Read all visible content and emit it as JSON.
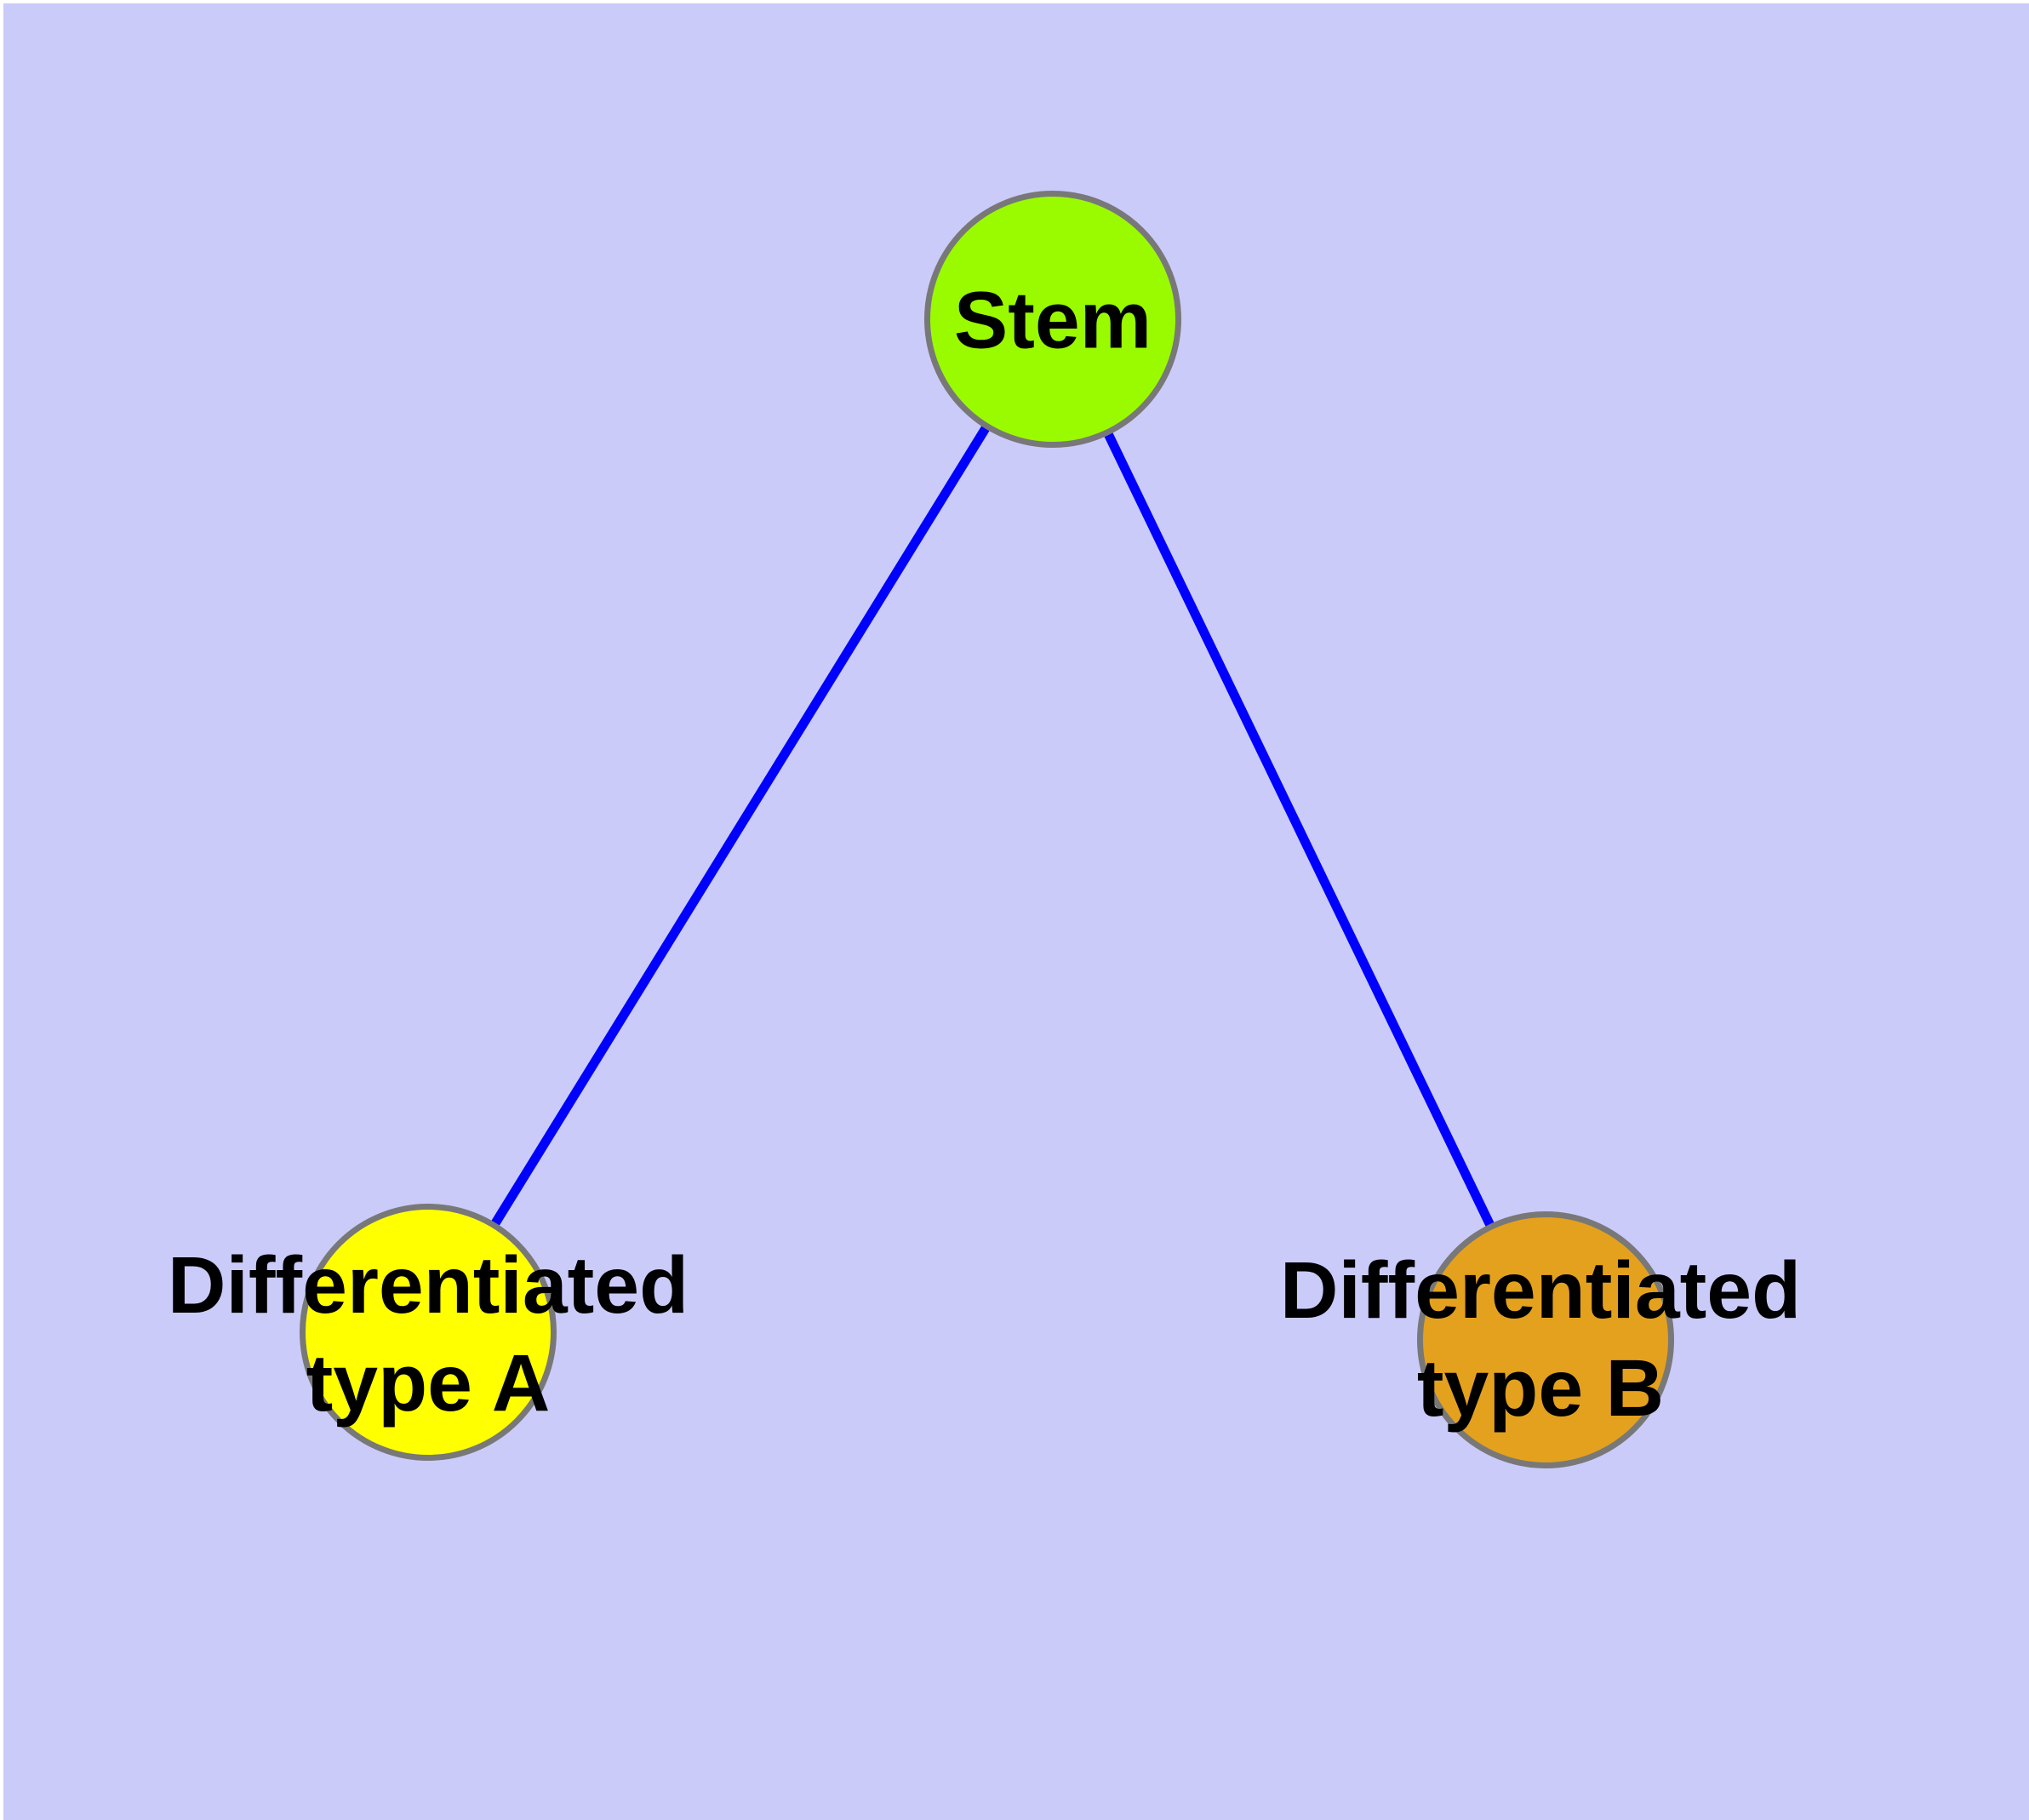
{
  "figure": {
    "type": "node-link-diagram",
    "background_color": "#cbcbfa",
    "edge_color": "#0000ff",
    "node_border_color": "#787878",
    "text_color": "#000000",
    "nodes": {
      "stem": {
        "label": "Stem",
        "fill_color": "#9afb00"
      },
      "type_a": {
        "label_line1": "Differentiated",
        "label_line2": "type A",
        "fill_color": "#ffff00"
      },
      "type_b": {
        "label_line1": "Differentiated",
        "label_line2": "type B",
        "fill_color": "#e4a11e"
      }
    },
    "edges": [
      {
        "from": "Stem",
        "to": "Differentiated type A"
      },
      {
        "from": "Stem",
        "to": "Differentiated type B"
      }
    ]
  }
}
